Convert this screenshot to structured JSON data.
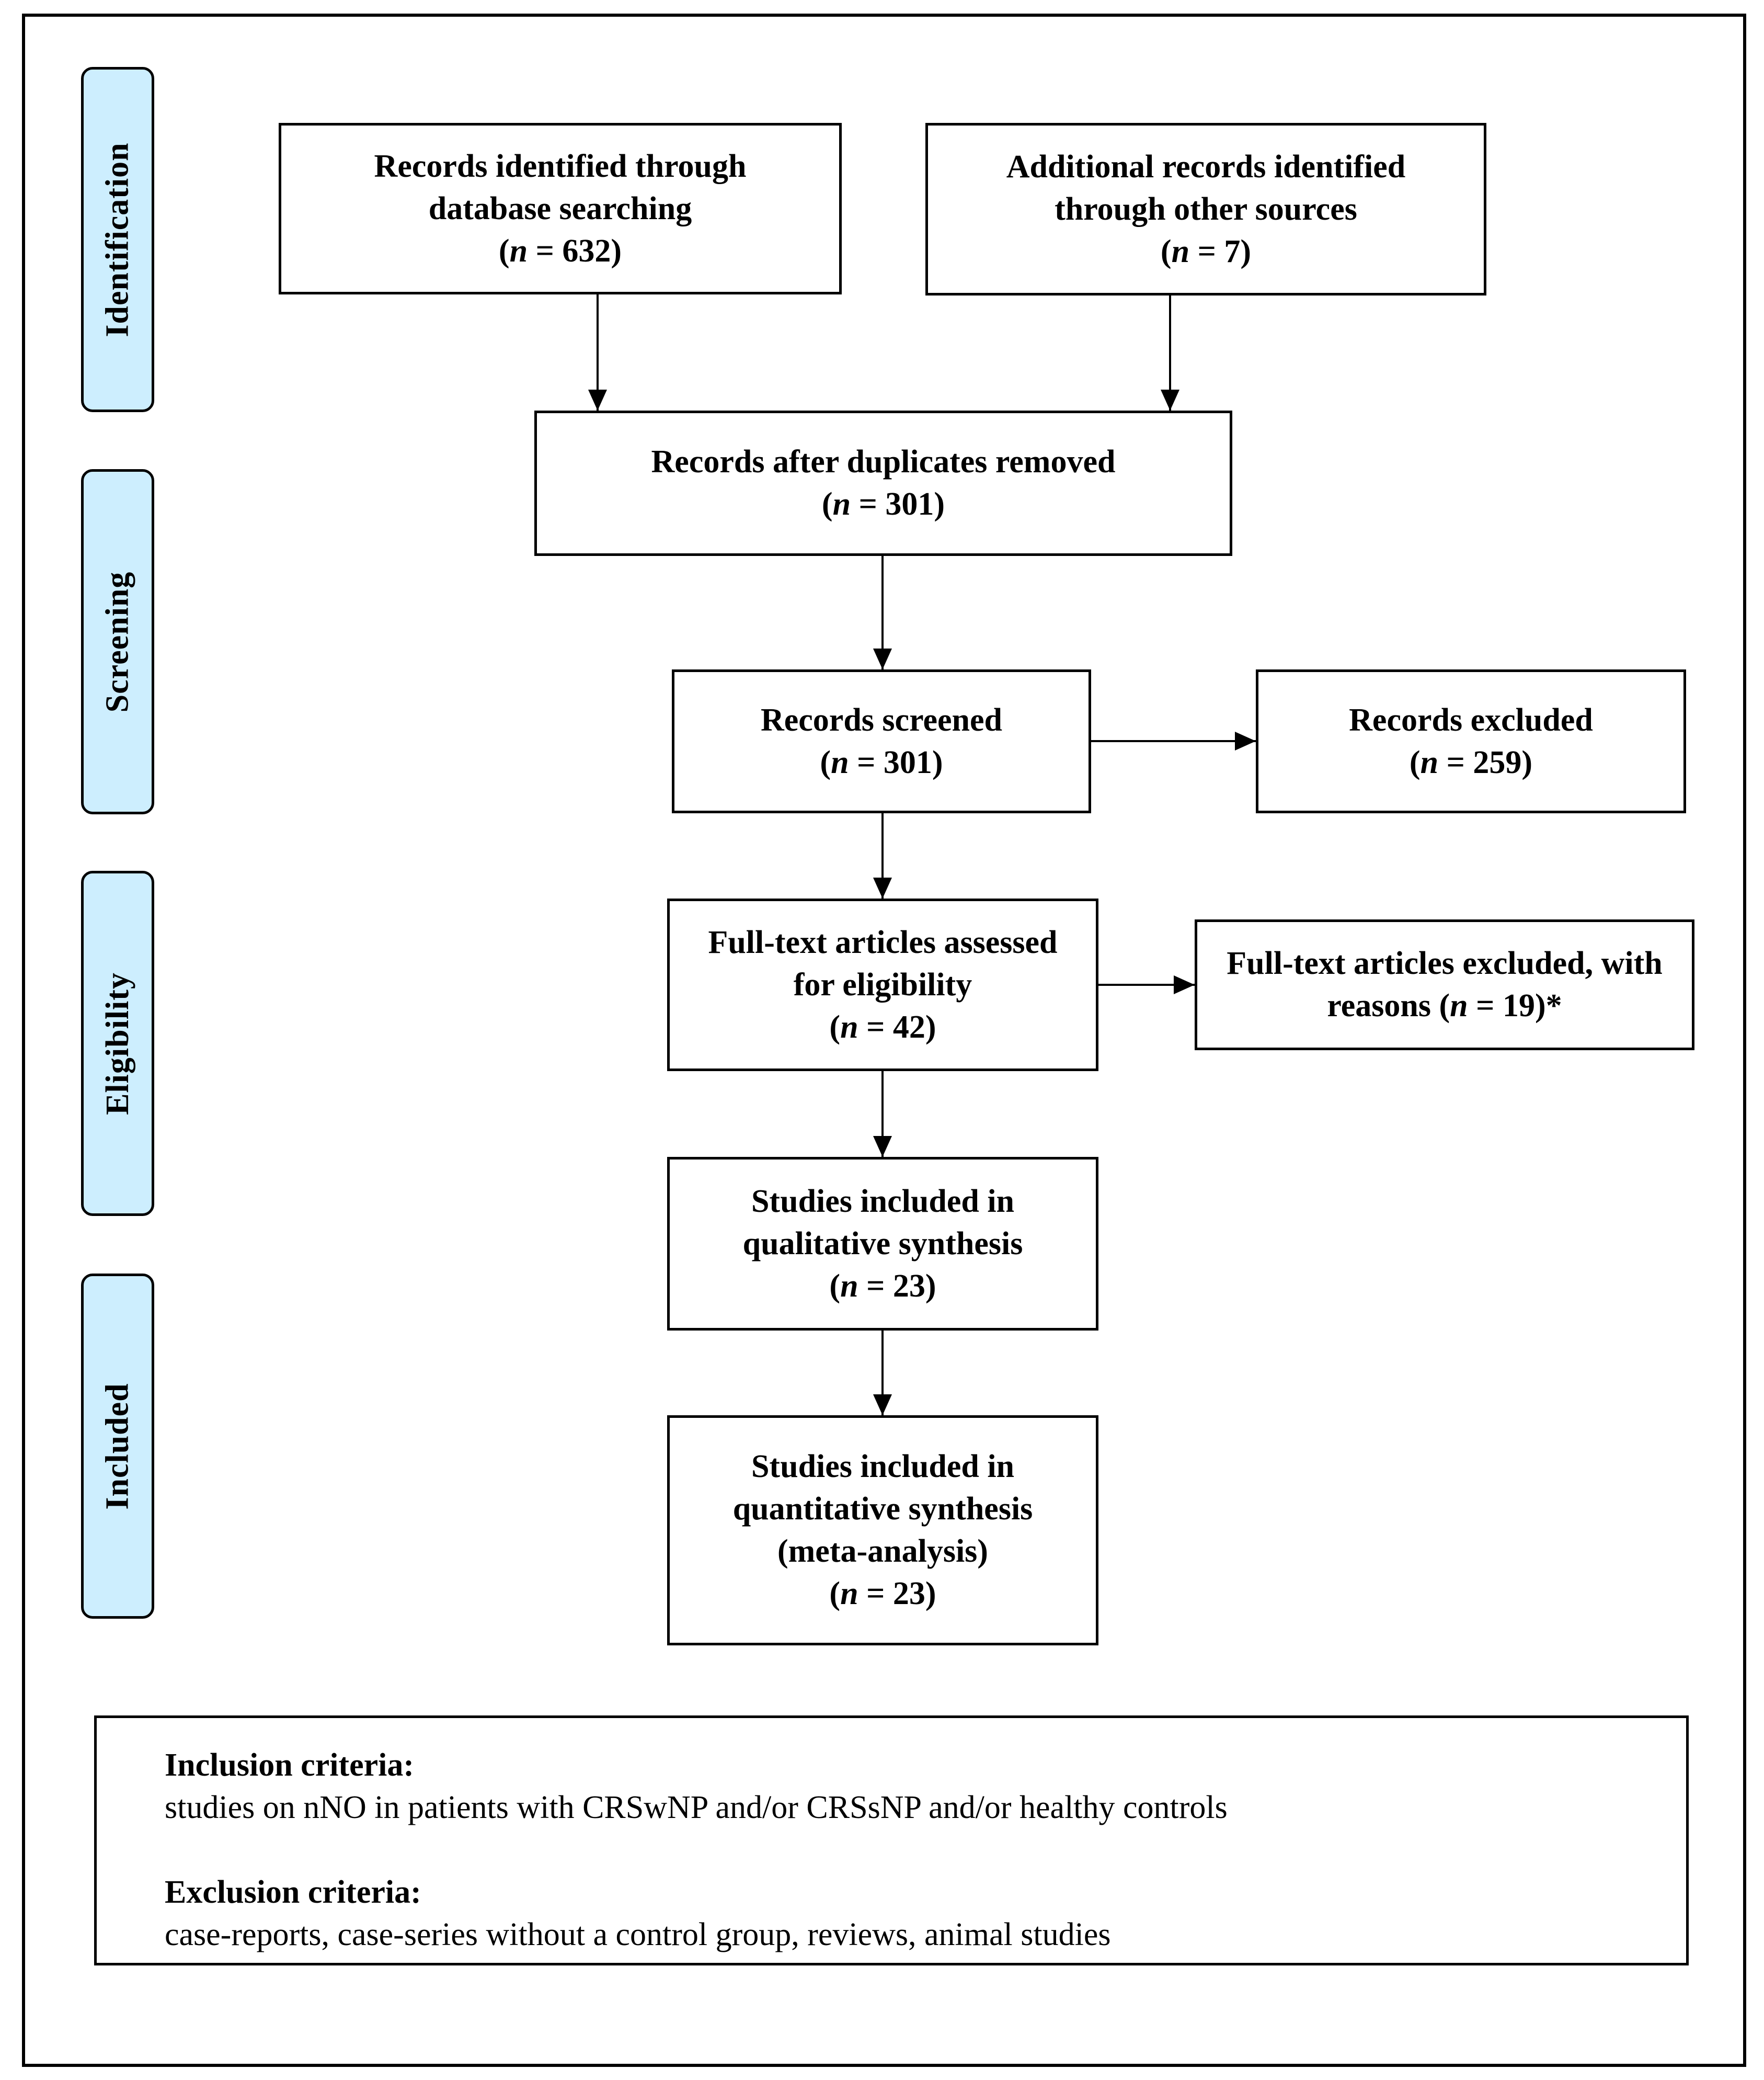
{
  "phases": {
    "identification": "Identification",
    "screening": "Screening",
    "eligibility": "Eligibility",
    "included": "Included"
  },
  "boxes": {
    "database": {
      "line1": "Records identified through",
      "line2": "database searching",
      "n": "632"
    },
    "other_sources": {
      "line1": "Additional records identified",
      "line2": "through other sources",
      "n": "7"
    },
    "duplicates_removed": {
      "line1": "Records after duplicates removed",
      "n": "301"
    },
    "screened": {
      "line1": "Records screened",
      "n": "301"
    },
    "excluded": {
      "line1": "Records excluded",
      "n": "259"
    },
    "fulltext_assessed": {
      "line1": "Full-text articles assessed",
      "line2": "for eligibility",
      "n": "42"
    },
    "fulltext_excluded": {
      "line1": "Full-text articles excluded, with",
      "line2_prefix": "reasons (",
      "n": "19",
      "line2_suffix": ")*"
    },
    "qualitative": {
      "line1": "Studies included in",
      "line2": "qualitative synthesis",
      "n": "23"
    },
    "quantitative": {
      "line1": "Studies included in",
      "line2": "quantitative synthesis",
      "line3": "(meta-analysis)",
      "n": "23"
    }
  },
  "n_symbol": "n",
  "criteria": {
    "inclusion_heading": "Inclusion criteria:",
    "inclusion_text": "studies on nNO in patients with CRSwNP and/or CRSsNP and/or healthy controls",
    "exclusion_heading": "Exclusion criteria:",
    "exclusion_text": "case-reports, case-series without a control group, reviews, animal studies"
  }
}
